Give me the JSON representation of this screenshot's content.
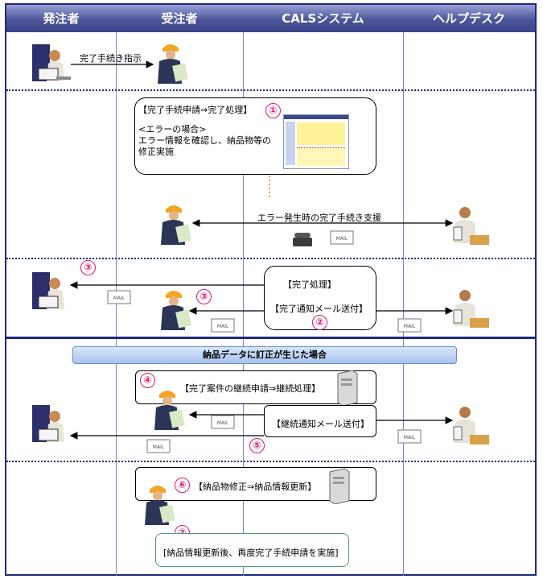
{
  "header": {
    "col1": "発注者",
    "col2": "受注者",
    "col3": "CALSシステム",
    "col4": "ヘルプデスク"
  },
  "section1": {
    "instruction_label": "完了手続き指示"
  },
  "section2": {
    "box_title": "【完了手続申請⇒完了処理】",
    "error_case": "<エラーの場合>",
    "error_line1": "エラー情報を確認し、納品物等の",
    "error_line2": "修正実施",
    "step1": "①",
    "support_label": "エラー発生時の完了手続き支援"
  },
  "section3": {
    "box_title": "【完了処理】",
    "mail_sent": "【完了通知メール送付】",
    "step2": "②",
    "step3a": "③",
    "step3b": "③"
  },
  "section4": {
    "banner": "納品データに訂正が生じた場合",
    "continue_box": "【完了案件の継続申請⇒継続処理】",
    "continue_mail": "【継続通知メール送付】",
    "step4": "④",
    "step5": "⑤"
  },
  "section5": {
    "update_box": "【納品物修正⇒納品情報更新】",
    "step6": "⑥",
    "step7": "⑦",
    "final_note": "[納品情報更新後、再度完了手続申請を実施]"
  },
  "icons": {
    "mail_text": "MAIL"
  },
  "colors": {
    "header": "#3a4489",
    "frame": "#1f2a7a",
    "step_number": "#e0156e",
    "error_arrow": "#e07a20",
    "final_box": "#4e9a6b",
    "banner": "#a9c3ee"
  }
}
